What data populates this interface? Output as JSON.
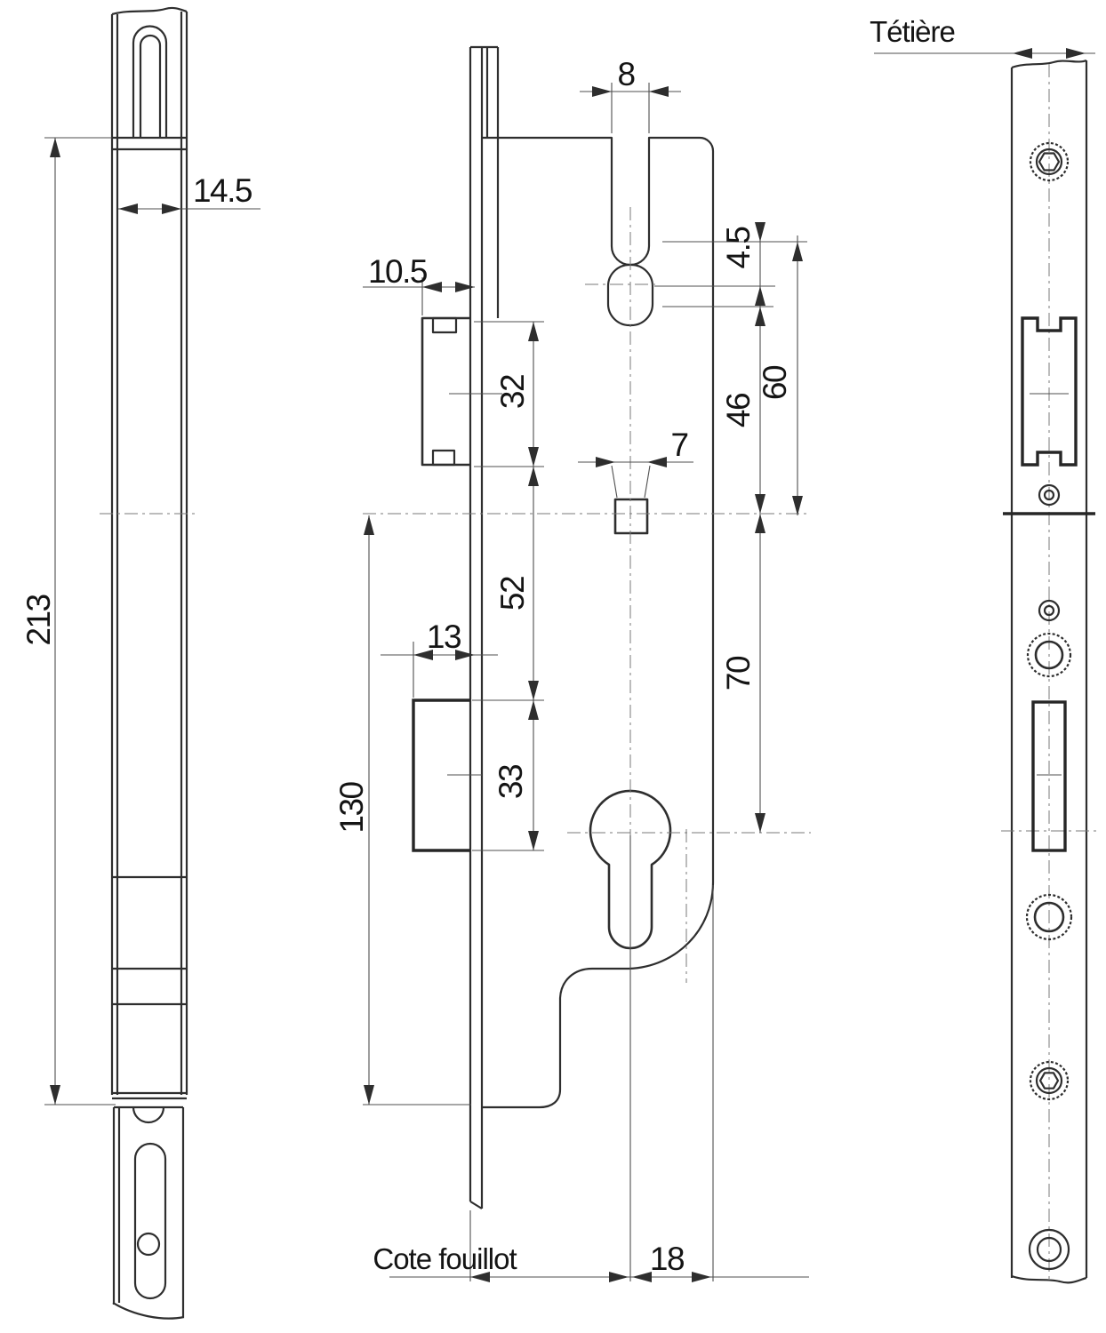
{
  "drawing": {
    "view_labels": {
      "faceplate": "Tétière",
      "follower_note": "Cote fouillot"
    },
    "dims": {
      "profile_width": "14.5",
      "profile_length": "213",
      "latch_protrusion": "10.5",
      "top_slot_width": "8",
      "slot_to_follower_offset": "4.5",
      "slot_to_spindle": "60",
      "follower_to_spindle": "46",
      "spindle_square": "7",
      "latch_case_height": "32",
      "latch_to_bolt_gap": "52",
      "bolt_protrusion": "13",
      "bolt_height": "33",
      "spindle_to_case_bottom": "130",
      "spindle_to_cylinder": "70",
      "cylinder_to_edge": "18"
    },
    "colors": {
      "ink": "#2e2e2e",
      "dim_line": "#4f4f4f",
      "background": "#ffffff"
    }
  }
}
